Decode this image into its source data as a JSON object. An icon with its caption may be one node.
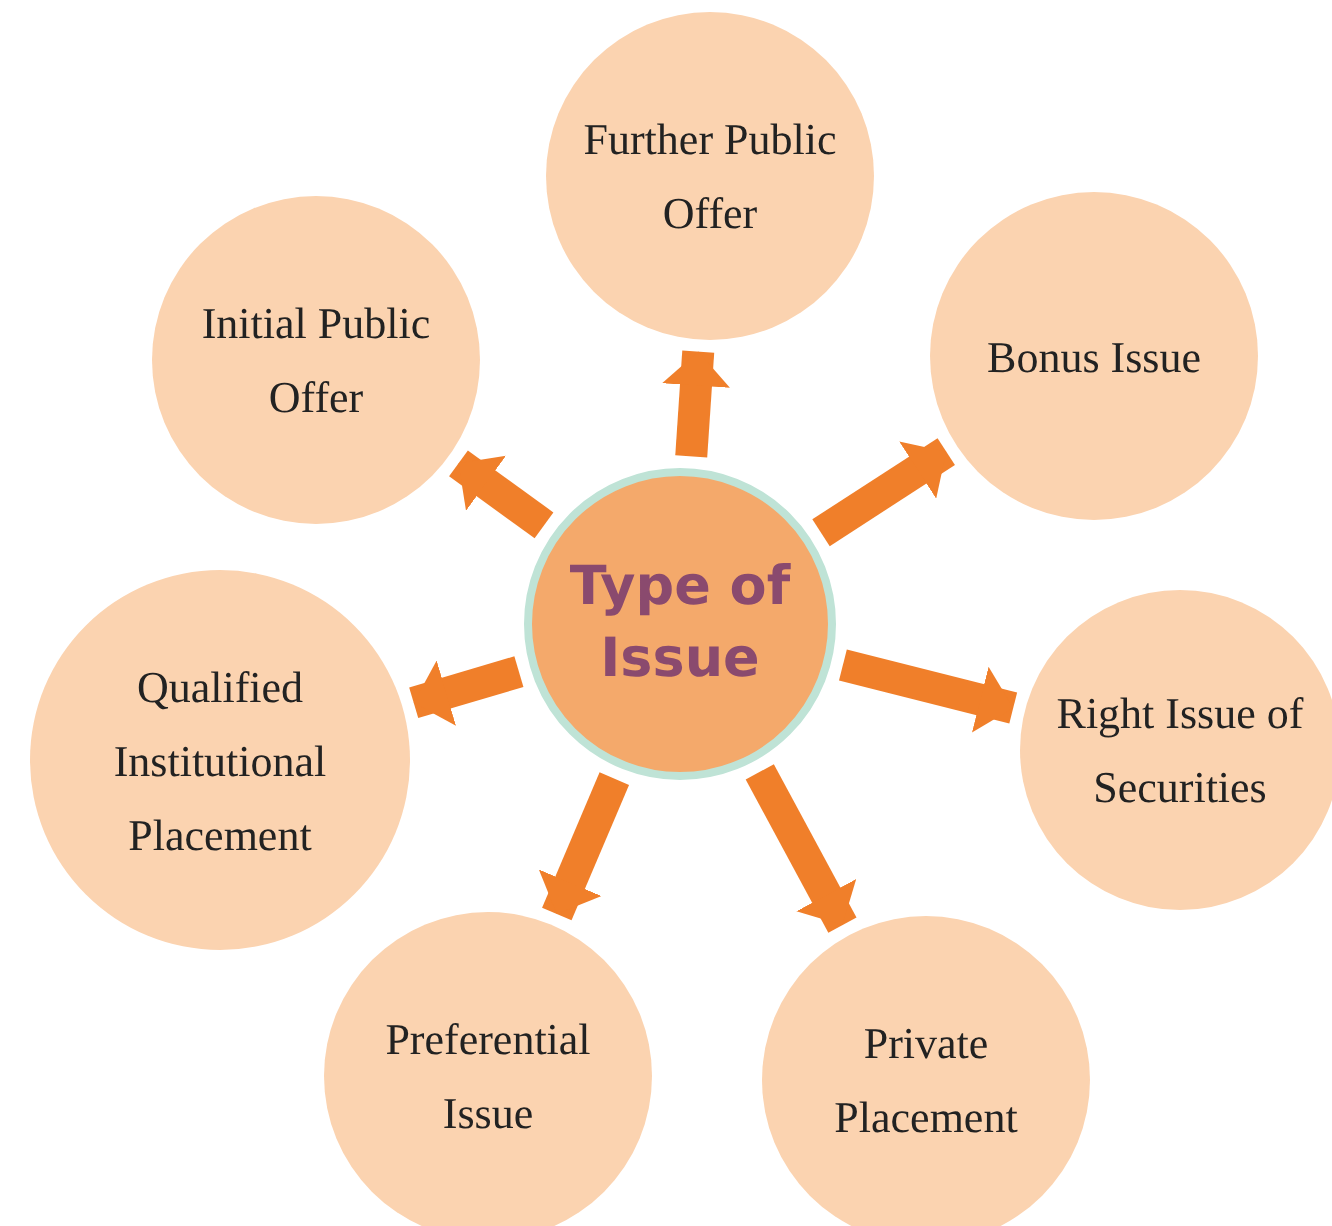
{
  "diagram": {
    "nodes": [
      {
        "text": [
          "Type of Issue"
        ]
      },
      {
        "text": [
          "Further Public Offer"
        ]
      },
      {
        "text": [
          "Initial Public Offer"
        ]
      },
      {
        "text": [
          "Bonus Issue"
        ]
      },
      {
        "text": [
          "Qualified Institutional Placement"
        ]
      },
      {
        "text": [
          "Right Issue of Securities"
        ]
      },
      {
        "text": [
          "Preferential Issue"
        ]
      },
      {
        "text": [
          "Private Placement"
        ]
      }
    ],
    "edges": [
      {
        "from": 0,
        "to": 1,
        "arrow": "to"
      },
      {
        "from": 0,
        "to": 2,
        "arrow": "to"
      },
      {
        "from": 0,
        "to": 3,
        "arrow": "to"
      },
      {
        "from": 0,
        "to": 4,
        "arrow": "to"
      },
      {
        "from": 0,
        "to": 5,
        "arrow": "to"
      },
      {
        "from": 0,
        "to": 6,
        "arrow": "to"
      },
      {
        "from": 0,
        "to": 7,
        "arrow": "to"
      }
    ]
  }
}
